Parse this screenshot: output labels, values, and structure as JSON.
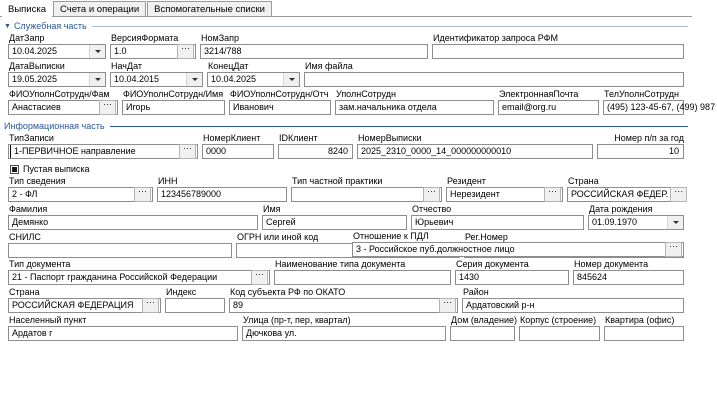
{
  "tabs": [
    {
      "label": "Выписка",
      "active": true
    },
    {
      "label": "Счета и операции",
      "active": false
    },
    {
      "label": "Вспомогательные списки",
      "active": false
    }
  ],
  "sections": {
    "service": {
      "title": "Служебная часть",
      "arrow": "▼"
    },
    "info": {
      "title": "Информационная часть"
    }
  },
  "service_part": {
    "row1": {
      "dat_zapr": {
        "label": "ДатЗапр",
        "value": "10.04.2025"
      },
      "versiya_formata": {
        "label": "ВерсияФормата",
        "value": "1.0"
      },
      "nom_zapr": {
        "label": "НомЗапр",
        "value": "3214/788"
      },
      "identifikator": {
        "label": "Идентификатор запроса РФМ",
        "value": ""
      }
    },
    "row2": {
      "data_vypiski": {
        "label": "ДатаВыписки",
        "value": "19.05.2025"
      },
      "nach_dat": {
        "label": "НачДат",
        "value": "10.04.2015"
      },
      "konech_dat": {
        "label": "КонецДат",
        "value": "10.04.2025"
      },
      "imya_fayla": {
        "label": "Имя файла",
        "value": ""
      }
    },
    "row3": {
      "fam": {
        "label": "ФИОУполнСотрудн/Фам",
        "value": "Анастасиев"
      },
      "imya": {
        "label": "ФИОУполнСотрудн/Имя",
        "value": "Игорь"
      },
      "otch": {
        "label": "ФИОУполнСотрудн/Отч",
        "value": "Иванович"
      },
      "upoln_sotrudn": {
        "label": "УполнСотрудн",
        "value": "зам.начальника отдела"
      },
      "email": {
        "label": "ЭлектроннаяПочта",
        "value": "email@org.ru"
      },
      "tel": {
        "label": "ТелУполнСотрудн",
        "value": "(495) 123-45-67, (499) 987"
      }
    }
  },
  "info_part": {
    "row1": {
      "tip_zapisi": {
        "label": "ТипЗаписи",
        "value": "1-ПЕРВИЧНОЕ направление"
      },
      "nomer_klient": {
        "label": "НомерКлиент",
        "value": "0000"
      },
      "id_klient": {
        "label": "IDКлиент",
        "value": "8240"
      },
      "nomer_vypiski": {
        "label": "НомерВыписки",
        "value": "2025_2310_0000_14_000000000010"
      },
      "nomer_pp": {
        "label": "Номер п/п за год",
        "value": "10"
      }
    },
    "empty_statement": {
      "label": "Пустая выписка",
      "checked": true
    },
    "row2": {
      "tip_svedeniya": {
        "label": "Тип сведения",
        "value": "2 - ФЛ"
      },
      "inn": {
        "label": "ИНН",
        "value": "123456789000"
      },
      "tip_chastnoy_praktiki": {
        "label": "Тип частной практики",
        "value": ""
      },
      "rezident": {
        "label": "Резидент",
        "value": "Нерезидент"
      },
      "strana": {
        "label": "Страна",
        "value": "РОССИЙСКАЯ ФЕДЕР."
      }
    },
    "row3": {
      "familiya": {
        "label": "Фамилия",
        "value": "Демянко"
      },
      "imya": {
        "label": "Имя",
        "value": "Сергей"
      },
      "otchestvo": {
        "label": "Отчество",
        "value": "Юрьевич"
      },
      "data_rozhdeniya": {
        "label": "Дата рождения",
        "value": "01.09.1970"
      }
    },
    "row4": {
      "snils": {
        "label": "СНИЛС",
        "value": ""
      },
      "ogrn": {
        "label": "ОГРН или иной код",
        "value": ""
      },
      "reg_nomer": {
        "label": "Рег.Номер",
        "value": ""
      },
      "otnoshenie_pdl": {
        "label": "Отношение к ПДЛ",
        "value": "3 - Российское пуб.должностное лицо"
      }
    },
    "row5": {
      "tip_dokumenta": {
        "label": "Тип документа",
        "value": "21 - Паспорт гражданина Российской Федерации"
      },
      "naimenovanie_tipa": {
        "label": "Наименование типа документа",
        "value": ""
      },
      "seriya": {
        "label": "Серия документа",
        "value": "1430"
      },
      "nomer": {
        "label": "Номер документа",
        "value": "845624"
      }
    },
    "row6": {
      "strana": {
        "label": "Страна",
        "value": "РОССИЙСКАЯ ФЕДЕРАЦИЯ"
      },
      "indeks": {
        "label": "Индекс",
        "value": ""
      },
      "kod_subekta": {
        "label": "Код субъекта РФ по ОКАТО",
        "value": "89"
      },
      "rayon": {
        "label": "Район",
        "value": "Ардатовский р-н"
      }
    },
    "row7": {
      "naselennyy_punkt": {
        "label": "Населенный пункт",
        "value": "Ардатов г"
      },
      "ulitsa": {
        "label": "Улица (пр-т, пер, квартал)",
        "value": "Дючкова ул."
      },
      "dom": {
        "label": "Дом (владение)",
        "value": ""
      },
      "korpus": {
        "label": "Корпус (строение)",
        "value": ""
      },
      "kvartira": {
        "label": "Квартира (офис)",
        "value": ""
      }
    }
  },
  "icons": {
    "dots": "···",
    "collapse_arrow": "▼"
  }
}
